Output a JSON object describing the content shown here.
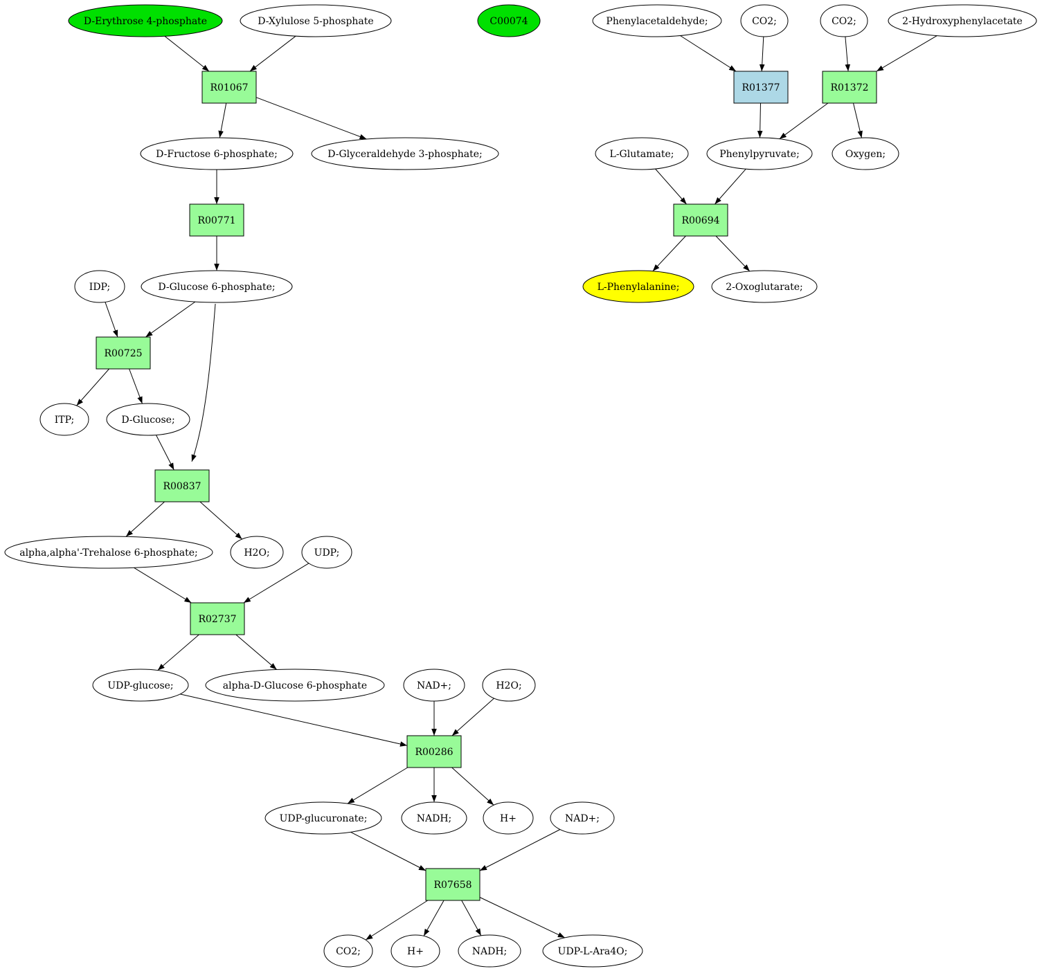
{
  "colors": {
    "start": "#00e000",
    "target": "#ffff00",
    "reaction": "#98fb98",
    "reaction_highlight": "#add8e6",
    "compound": "#ffffff"
  },
  "nodes": [
    {
      "id": "erythrose4p",
      "label": "D-Erythrose 4-phosphate",
      "kind": "start"
    },
    {
      "id": "xylulose5p",
      "label": "D-Xylulose 5-phosphate",
      "kind": "compound"
    },
    {
      "id": "c00074",
      "label": "C00074",
      "kind": "start"
    },
    {
      "id": "phenylacetaldehyde",
      "label": "Phenylacetaldehyde;",
      "kind": "compound"
    },
    {
      "id": "co2_a",
      "label": "CO2;",
      "kind": "compound"
    },
    {
      "id": "co2_b",
      "label": "CO2;",
      "kind": "compound"
    },
    {
      "id": "hydroxyphenylacetate",
      "label": "2-Hydroxyphenylacetate",
      "kind": "compound"
    },
    {
      "id": "r01067",
      "label": "R01067",
      "kind": "reaction"
    },
    {
      "id": "r01377",
      "label": "R01377",
      "kind": "reaction_highlight"
    },
    {
      "id": "r01372",
      "label": "R01372",
      "kind": "reaction"
    },
    {
      "id": "fructose6p",
      "label": "D-Fructose 6-phosphate;",
      "kind": "compound"
    },
    {
      "id": "glyceraldehyde3p",
      "label": "D-Glyceraldehyde 3-phosphate;",
      "kind": "compound"
    },
    {
      "id": "glutamate",
      "label": "L-Glutamate;",
      "kind": "compound"
    },
    {
      "id": "phenylpyruvate",
      "label": "Phenylpyruvate;",
      "kind": "compound"
    },
    {
      "id": "oxygen",
      "label": "Oxygen;",
      "kind": "compound"
    },
    {
      "id": "r00771",
      "label": "R00771",
      "kind": "reaction"
    },
    {
      "id": "r00694",
      "label": "R00694",
      "kind": "reaction"
    },
    {
      "id": "idp",
      "label": "IDP;",
      "kind": "compound"
    },
    {
      "id": "glucose6p",
      "label": "D-Glucose 6-phosphate;",
      "kind": "compound"
    },
    {
      "id": "phenylalanine",
      "label": "L-Phenylalanine;",
      "kind": "target"
    },
    {
      "id": "oxoglutarate",
      "label": "2-Oxoglutarate;",
      "kind": "compound"
    },
    {
      "id": "r00725",
      "label": "R00725",
      "kind": "reaction"
    },
    {
      "id": "itp",
      "label": "ITP;",
      "kind": "compound"
    },
    {
      "id": "glucose",
      "label": "D-Glucose;",
      "kind": "compound"
    },
    {
      "id": "r00837",
      "label": "R00837",
      "kind": "reaction"
    },
    {
      "id": "trehalose6p",
      "label": "alpha,alpha'-Trehalose 6-phosphate;",
      "kind": "compound"
    },
    {
      "id": "h2o_a",
      "label": "H2O;",
      "kind": "compound"
    },
    {
      "id": "udp",
      "label": "UDP;",
      "kind": "compound"
    },
    {
      "id": "r02737",
      "label": "R02737",
      "kind": "reaction"
    },
    {
      "id": "udpglucose",
      "label": "UDP-glucose;",
      "kind": "compound"
    },
    {
      "id": "alphaglucose6p",
      "label": "alpha-D-Glucose 6-phosphate",
      "kind": "compound"
    },
    {
      "id": "nad_a",
      "label": "NAD+;",
      "kind": "compound"
    },
    {
      "id": "h2o_b",
      "label": "H2O;",
      "kind": "compound"
    },
    {
      "id": "r00286",
      "label": "R00286",
      "kind": "reaction"
    },
    {
      "id": "udpglucuronate",
      "label": "UDP-glucuronate;",
      "kind": "compound"
    },
    {
      "id": "nadh_a",
      "label": "NADH;",
      "kind": "compound"
    },
    {
      "id": "hplus_a",
      "label": "H+",
      "kind": "compound"
    },
    {
      "id": "nad_b",
      "label": "NAD+;",
      "kind": "compound"
    },
    {
      "id": "r07658",
      "label": "R07658",
      "kind": "reaction"
    },
    {
      "id": "co2_c",
      "label": "CO2;",
      "kind": "compound"
    },
    {
      "id": "hplus_b",
      "label": "H+",
      "kind": "compound"
    },
    {
      "id": "nadh_b",
      "label": "NADH;",
      "kind": "compound"
    },
    {
      "id": "udparaa4o",
      "label": "UDP-L-Ara4O;",
      "kind": "compound"
    }
  ],
  "edges": [
    {
      "from": "erythrose4p",
      "to": "r01067"
    },
    {
      "from": "xylulose5p",
      "to": "r01067"
    },
    {
      "from": "r01067",
      "to": "fructose6p"
    },
    {
      "from": "r01067",
      "to": "glyceraldehyde3p"
    },
    {
      "from": "fructose6p",
      "to": "r00771"
    },
    {
      "from": "r00771",
      "to": "glucose6p"
    },
    {
      "from": "idp",
      "to": "r00725"
    },
    {
      "from": "glucose6p",
      "to": "r00725"
    },
    {
      "from": "glucose6p",
      "to": "r00837"
    },
    {
      "from": "r00725",
      "to": "itp"
    },
    {
      "from": "r00725",
      "to": "glucose"
    },
    {
      "from": "glucose",
      "to": "r00837"
    },
    {
      "from": "r00837",
      "to": "trehalose6p"
    },
    {
      "from": "r00837",
      "to": "h2o_a"
    },
    {
      "from": "trehalose6p",
      "to": "r02737"
    },
    {
      "from": "udp",
      "to": "r02737"
    },
    {
      "from": "r02737",
      "to": "udpglucose"
    },
    {
      "from": "r02737",
      "to": "alphaglucose6p"
    },
    {
      "from": "udpglucose",
      "to": "r00286"
    },
    {
      "from": "nad_a",
      "to": "r00286"
    },
    {
      "from": "h2o_b",
      "to": "r00286"
    },
    {
      "from": "r00286",
      "to": "udpglucuronate"
    },
    {
      "from": "r00286",
      "to": "nadh_a"
    },
    {
      "from": "r00286",
      "to": "hplus_a"
    },
    {
      "from": "udpglucuronate",
      "to": "r07658"
    },
    {
      "from": "nad_b",
      "to": "r07658"
    },
    {
      "from": "r07658",
      "to": "co2_c"
    },
    {
      "from": "r07658",
      "to": "hplus_b"
    },
    {
      "from": "r07658",
      "to": "nadh_b"
    },
    {
      "from": "r07658",
      "to": "udparaa4o"
    },
    {
      "from": "phenylacetaldehyde",
      "to": "r01377"
    },
    {
      "from": "co2_a",
      "to": "r01377"
    },
    {
      "from": "co2_b",
      "to": "r01372"
    },
    {
      "from": "hydroxyphenylacetate",
      "to": "r01372"
    },
    {
      "from": "r01377",
      "to": "phenylpyruvate"
    },
    {
      "from": "r01372",
      "to": "phenylpyruvate"
    },
    {
      "from": "r01372",
      "to": "oxygen"
    },
    {
      "from": "glutamate",
      "to": "r00694"
    },
    {
      "from": "phenylpyruvate",
      "to": "r00694"
    },
    {
      "from": "r00694",
      "to": "phenylalanine"
    },
    {
      "from": "r00694",
      "to": "oxoglutarate"
    }
  ]
}
